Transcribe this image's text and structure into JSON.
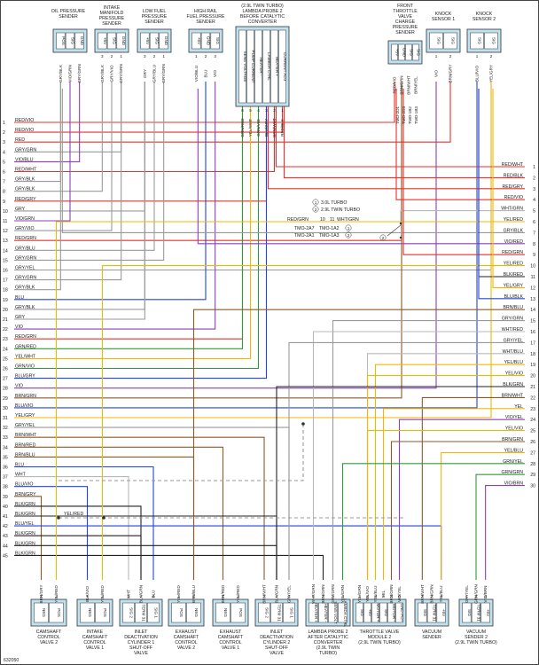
{
  "diagram_id": "632050",
  "legend": {
    "items": [
      {
        "num": "1",
        "text": "3.0L TURBO"
      },
      {
        "num": "2",
        "text": "2.9L TWIN TURBO"
      }
    ]
  },
  "splice": {
    "wire_left": "RED/GRN",
    "num_left": "10",
    "num_right": "11",
    "wire_right": "WHT/GRN",
    "tmo_rows": [
      {
        "left": "TMO-2A7",
        "right": "TMO-1A2",
        "mark": "1"
      },
      {
        "left": "TMO-2A1",
        "right": "TMO-1A3",
        "mark": "2"
      }
    ]
  },
  "yel_red_label": "YEL/RED",
  "top_components": [
    {
      "id": "oil",
      "label": [
        "OIL PRESSURE",
        "SENDER"
      ],
      "pins": [
        "POS",
        "SIG",
        "GND"
      ],
      "pinnums": [
        "",
        "",
        ""
      ],
      "wires": [
        "GRY/BLK",
        "VIO/GRN",
        "GRY/GRN"
      ]
    },
    {
      "id": "map",
      "label": [
        "INTAKE",
        "MANIFOLD",
        "PRESSURE",
        "SENDER"
      ],
      "pins": [
        "+5V",
        "SIG",
        "GND"
      ],
      "pinnums": [
        "3",
        "2",
        "1"
      ],
      "wires": [
        "GRY/BLK",
        "GRY/VIO",
        "GRY/GRN"
      ]
    },
    {
      "id": "lfp",
      "label": [
        "LOW FUEL",
        "PRESSURE",
        "SENDER"
      ],
      "pins": [
        "+5V",
        "SIG",
        "GND"
      ],
      "pinnums": [
        "3",
        "2",
        "1"
      ],
      "wires": [
        "GRY",
        "GRY/BLU",
        "GRY/GRN"
      ]
    },
    {
      "id": "hfp",
      "label": [
        "HIGH RAIL",
        "FUEL PRESSURE",
        "SENDER"
      ],
      "pins": [
        "+5V",
        "GND",
        "SIG"
      ],
      "pinnums": [
        "1",
        "2",
        "3"
      ],
      "wires": [
        "VIO/BLU",
        "BLU",
        "VIO"
      ]
    },
    {
      "id": "lp2",
      "label": [
        "(2.9L TWIN TURBO)",
        "LAMBDA PROBE 2",
        "BEFORE CATALYTIC",
        "CONVERTER"
      ],
      "pins": [
        "SENS VOLTAGE",
        "PUMP CURRENT",
        "HEATER -",
        "LAMBDA CTRL",
        "HEATER +",
        "CURRENT ADJ"
      ],
      "pinnums": [
        "6",
        "5",
        "4",
        "3",
        "2",
        "1"
      ],
      "wires": [
        "GRN/RED",
        "YEL/WHT",
        "GRN/VIO",
        "BLU/GRY",
        "BRN/WHT",
        "RED/BLK"
      ]
    },
    {
      "id": "ftv",
      "label": [
        "FRONT",
        "THROTTLE",
        "VALVE",
        "CHARGE",
        "PRESSURE",
        "SENDER"
      ],
      "pins": [
        "+5V",
        "GND",
        "SIG",
        "SIG"
      ],
      "pinnums": [
        "",
        "",
        "",
        ""
      ],
      "wires": [
        "RED/VIO",
        "BRN/GRN",
        "BRN/WHT",
        "BRN/YEL"
      ]
    },
    {
      "id": "ks1",
      "label": [
        "KNOCK",
        "SENSOR 1"
      ],
      "pins": [
        "SIG",
        "SIG"
      ],
      "pinnums": [
        "1",
        "2"
      ],
      "wires": [
        "VIO",
        "BRN/GRY"
      ]
    },
    {
      "id": "ks2",
      "label": [
        "KNOCK",
        "SENSOR 2"
      ],
      "pins": [
        "SIG",
        "SIG"
      ],
      "pinnums": [
        "1",
        "2"
      ],
      "wires": [
        "BLU/VIO",
        "YEL/GRY"
      ]
    }
  ],
  "ftv_tmo": [
    "TMO-2D1",
    "TMO-2D3",
    "TMO-1B2",
    "TMO-1B3"
  ],
  "left_wires": [
    {
      "num": "1",
      "label": "RED/VIO"
    },
    {
      "num": "2",
      "label": "RED/VIO"
    },
    {
      "num": "3",
      "label": "RED"
    },
    {
      "num": "4",
      "label": "GRY/GRN"
    },
    {
      "num": "5",
      "label": "VIO/BLU"
    },
    {
      "num": "6",
      "label": "RED/WHT"
    },
    {
      "num": "7",
      "label": "GRY/BLK"
    },
    {
      "num": "8",
      "label": "GRY/BLK"
    },
    {
      "num": "9",
      "label": "RED/GRY"
    },
    {
      "num": "10",
      "label": "GRY"
    },
    {
      "num": "11",
      "label": "VIO/GRN"
    },
    {
      "num": "12",
      "label": "GRY/VIO"
    },
    {
      "num": "13",
      "label": "RED/GRN"
    },
    {
      "num": "14",
      "label": "GRY/BLU"
    },
    {
      "num": "15",
      "label": "GRY/GRN"
    },
    {
      "num": "16",
      "label": "GRY/YEL"
    },
    {
      "num": "17",
      "label": "GRY/GRN"
    },
    {
      "num": "18",
      "label": "GRY/BLK"
    },
    {
      "num": "19",
      "label": "BLU"
    },
    {
      "num": "20",
      "label": "GRY/BLK"
    },
    {
      "num": "21",
      "label": "GRY"
    },
    {
      "num": "22",
      "label": "VIO"
    },
    {
      "num": "23",
      "label": "RED/GRN"
    },
    {
      "num": "24",
      "label": "GRN/RED"
    },
    {
      "num": "25",
      "label": "YEL/WHT"
    },
    {
      "num": "26",
      "label": "GRN/VIO"
    },
    {
      "num": "27",
      "label": "BLU/GRY"
    },
    {
      "num": "28",
      "label": "VIO"
    },
    {
      "num": "29",
      "label": "BRN/GRN"
    },
    {
      "num": "30",
      "label": "BLU/VIO"
    },
    {
      "num": "31",
      "label": "YEL/GRY"
    },
    {
      "num": "32",
      "label": "GRY/YEL"
    },
    {
      "num": "33",
      "label": "BRN/WHT"
    },
    {
      "num": "34",
      "label": "BRN/RED"
    },
    {
      "num": "35",
      "label": "BRN/BLU"
    },
    {
      "num": "36",
      "label": "BLU"
    },
    {
      "num": "37",
      "label": "WHT"
    },
    {
      "num": "38",
      "label": "BLU/VIO"
    },
    {
      "num": "39",
      "label": "BRN/GRY"
    },
    {
      "num": "40",
      "label": "BLK/GRN"
    },
    {
      "num": "41",
      "label": "BLK/GRN"
    },
    {
      "num": "42",
      "label": "BLU/YEL"
    },
    {
      "num": "43",
      "label": "BLK/GRN"
    },
    {
      "num": "44",
      "label": "BLK/GRN"
    },
    {
      "num": "45",
      "label": "BLK/GRN"
    }
  ],
  "right_wires": [
    {
      "num": "1",
      "label": "RED/WHT"
    },
    {
      "num": "2",
      "label": "RED/BLK"
    },
    {
      "num": "3",
      "label": "RED/GRY"
    },
    {
      "num": "4",
      "label": "RED/VIO"
    },
    {
      "num": "5",
      "label": "WHT/GRN"
    },
    {
      "num": "6",
      "label": "YEL/RED"
    },
    {
      "num": "7",
      "label": "GRY/BLK"
    },
    {
      "num": "8",
      "label": "VIO/RED"
    },
    {
      "num": "9",
      "label": "RED/GRN"
    },
    {
      "num": "10",
      "label": "YEL/RED"
    },
    {
      "num": "11",
      "label": "BLK/RED"
    },
    {
      "num": "12",
      "label": "YEL/GRY"
    },
    {
      "num": "13",
      "label": "BLU/BLK"
    },
    {
      "num": "14",
      "label": "BRN/BLU"
    },
    {
      "num": "15",
      "label": "GRY/GRN"
    },
    {
      "num": "16",
      "label": "WHT/RED"
    },
    {
      "num": "17",
      "label": "GRY/YEL"
    },
    {
      "num": "18",
      "label": "WHT/BLU"
    },
    {
      "num": "19",
      "label": "YEL/BLU"
    },
    {
      "num": "20",
      "label": "YEL/VIO"
    },
    {
      "num": "21",
      "label": "BLK/GRN"
    },
    {
      "num": "22",
      "label": "BRN/WHT"
    },
    {
      "num": "23",
      "label": "YEL"
    },
    {
      "num": "24",
      "label": "VIO/YEL"
    },
    {
      "num": "25",
      "label": "YEL/VIO"
    },
    {
      "num": "26",
      "label": "BRN/GRN"
    },
    {
      "num": "27",
      "label": "YEL/BLU"
    },
    {
      "num": "28",
      "label": "GRN/YEL"
    },
    {
      "num": "29",
      "label": "GRN/GRN"
    },
    {
      "num": "30",
      "label": "VIO/BRN"
    }
  ],
  "bottom_components": [
    {
      "id": "cam2",
      "label": [
        "CAMSHAFT",
        "CONTROL",
        "VALVE 2"
      ],
      "pins": [
        "NEG",
        "POS"
      ],
      "pinnums": [
        "1",
        "2"
      ],
      "wires": [
        "BRN/GRY",
        "YEL/RED"
      ]
    },
    {
      "id": "icam1",
      "label": [
        "INTAKE",
        "CAMSHAFT",
        "CONTROL",
        "VALVE 1"
      ],
      "pins": [
        "NEG",
        "POS"
      ],
      "pinnums": [
        "1",
        "2"
      ],
      "wires": [
        "BLK/VIO",
        "YEL/RED"
      ]
    },
    {
      "id": "idc1",
      "label": [
        "INLET",
        "DEACTIVATION",
        "CYLINDER 1",
        "SHUT-OFF",
        "VALVE"
      ],
      "pins": [
        "SIG 2",
        "TERM 31",
        "SIG 1"
      ],
      "pinnums": [
        "1",
        "2",
        "3"
      ],
      "wires": [
        "WHT",
        "BLK/GRN",
        "BLU"
      ]
    },
    {
      "id": "ecam2",
      "label": [
        "EXHAUST",
        "CAMSHAFT",
        "CONTROL",
        "VALVE 2"
      ],
      "pins": [
        "POS",
        "NEG"
      ],
      "pinnums": [
        "1",
        "2"
      ],
      "wires": [
        "YEL/RED",
        "BRN/BLU"
      ]
    },
    {
      "id": "ecam1",
      "label": [
        "EXHAUST",
        "CAMSHAFT",
        "CONTROL",
        "VALVE 1"
      ],
      "pins": [
        "NEG",
        "POS"
      ],
      "pinnums": [
        "1",
        "2"
      ],
      "wires": [
        "BRN/RED",
        "YEL/RED"
      ]
    },
    {
      "id": "idc2",
      "label": [
        "INLET",
        "DEACTIVATION",
        "CYLINDER 2",
        "SHUT-OFF",
        "VALVE"
      ],
      "pins": [
        "SIG 2",
        "TERM 31",
        "SIG 1"
      ],
      "pinnums": [
        "1",
        "2",
        "3"
      ],
      "wires": [
        "BRN/WHT",
        "BLK/GRN",
        "GRY/YEL"
      ]
    },
    {
      "id": "lp2a",
      "label": [
        "LAMBDA PROBE 2",
        "AFTER CATALYTIC",
        "CONVERTER",
        "(2.9L TWIN",
        "TURBO)"
      ],
      "pins": [
        "HEATER +",
        "HEATER -",
        "SENS VOLT",
        "LAMBDA CTRL"
      ],
      "pinnums": [
        "1",
        "2",
        "3",
        "4"
      ],
      "wires": [
        "WHT/GRN",
        "BRN/GRN",
        "GRY/GRN",
        "YEL/GRN"
      ]
    },
    {
      "id": "tvm2",
      "label": [
        "THROTTLE VALVE",
        "MODULE 2",
        "(2.9L TWIN TURBO)"
      ],
      "pins": [
        "SIG",
        "+5V",
        "MOTOR +",
        "SIG",
        "MOTOR -",
        "GND POT"
      ],
      "pinnums": [
        "1",
        "2",
        "3",
        "4",
        "5",
        "6"
      ],
      "wires": [
        "YEL/GRN",
        "YEL/VIO",
        "YEL/BLU",
        "YEL",
        "BRN/GRN",
        "VIO/YEL"
      ]
    },
    {
      "id": "vs",
      "label": [
        "VACUUM",
        "SENDER"
      ],
      "pins": [
        "SIG",
        "TERM 31",
        "+5V"
      ],
      "pinnums": [
        "1",
        "2",
        "3"
      ],
      "wires": [
        "BRN/WHT",
        "BRN/GRN",
        "YEL/BLU"
      ]
    },
    {
      "id": "vs2",
      "label": [
        "VACUUM",
        "SENDER 2",
        "(2.9L TWIN TURBO)"
      ],
      "pins": [
        "SIG",
        "TERM 31",
        "+5V"
      ],
      "pinnums": [
        "1",
        "2",
        "3"
      ],
      "wires": [
        "GRY/YEL",
        "GRN/GRN",
        "VIO/BRN"
      ]
    }
  ],
  "wire_colors": {
    "RED": "#e8322b",
    "VIO": "#8c3fb8",
    "GRY": "#9a9a9a",
    "GRN": "#2f9a3a",
    "BLU": "#2244dd",
    "BLK": "#222222",
    "WHT": "#b8b8b8",
    "YEL": "#f2b705",
    "BRN": "#8b5a2b"
  }
}
